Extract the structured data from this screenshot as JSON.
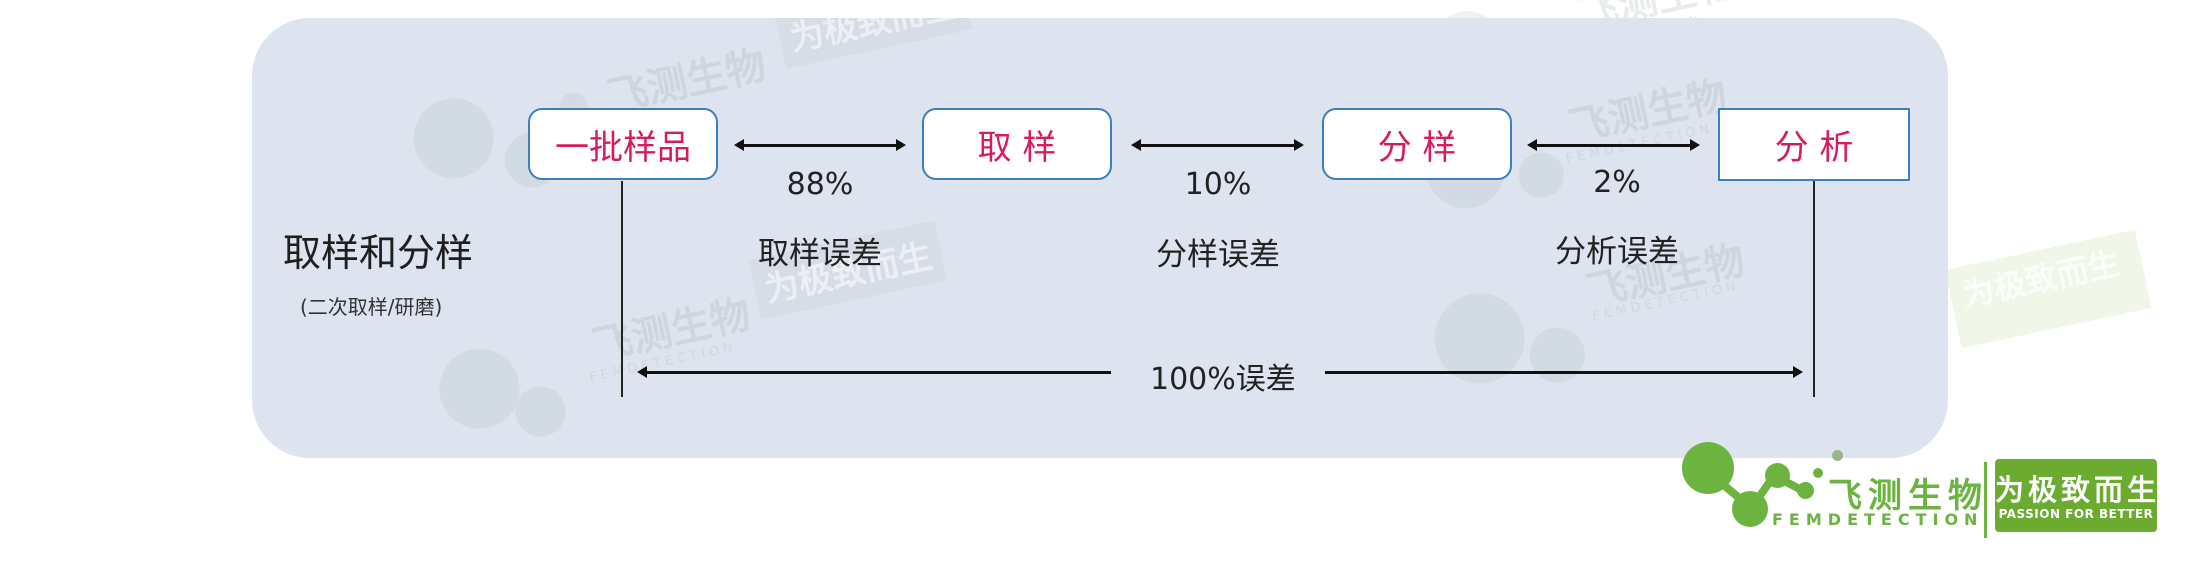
{
  "diagram": {
    "side_label": {
      "title": "取样和分样",
      "subtitle": "(二次取样/研磨)"
    },
    "nodes": [
      {
        "label": "一批样品",
        "shape": "rounded"
      },
      {
        "label": "取 样",
        "shape": "rounded"
      },
      {
        "label": "分 样",
        "shape": "rounded"
      },
      {
        "label": "分 析",
        "shape": "square"
      }
    ],
    "links": [
      {
        "percent": "88%",
        "label": "取样误差",
        "arrow": "bidirectional"
      },
      {
        "percent": "10%",
        "label": "分样误差",
        "arrow": "bidirectional"
      },
      {
        "percent": "2%",
        "label": "分析误差",
        "arrow": "bidirectional"
      }
    ],
    "total": {
      "label": "100%误差",
      "arrow": "bidirectional"
    }
  },
  "logo": {
    "brand_cn": "飞测生物",
    "brand_en": "FEMDETECTION",
    "slogan_cn": "为极致而生",
    "slogan_en": "PASSION FOR BETTER"
  },
  "watermark": {
    "brand_cn": "飞测生物",
    "brand_en": "FEMDETECTION",
    "slogan_cn": "为极致而生",
    "slogan_en": "PASSION FOR BETTER"
  },
  "colors": {
    "panel_bg": "#dde3ef",
    "node_border": "#3d7fc3",
    "node_text": "#d81b60",
    "text": "#222222",
    "brand_green": "#6cb33f"
  }
}
